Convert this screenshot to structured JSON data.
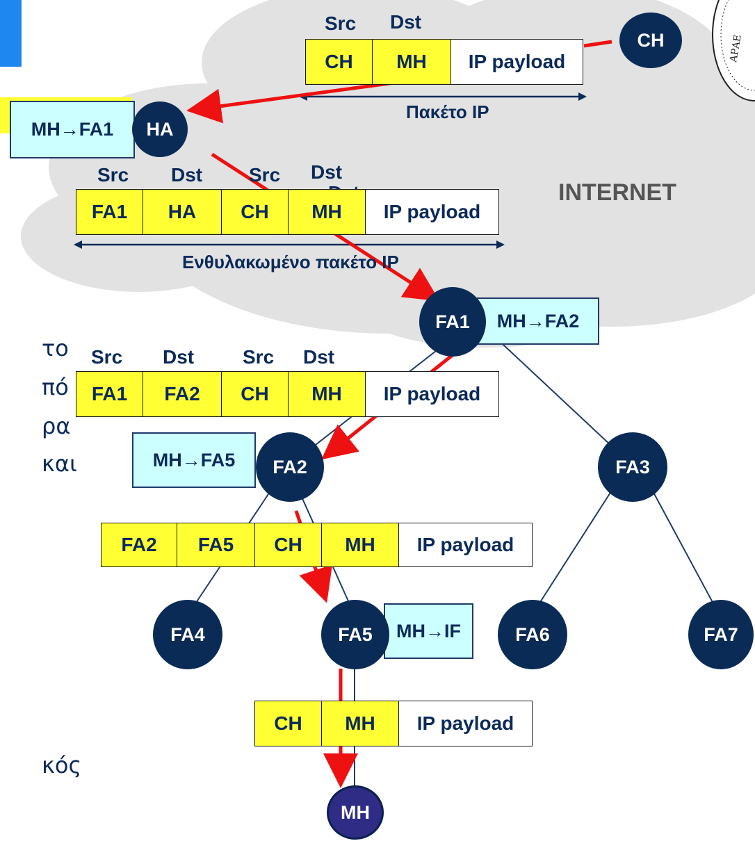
{
  "top_packet": {
    "headers": [
      "Src",
      "Dst"
    ],
    "cells": [
      "CH",
      "MH",
      "IP payload"
    ],
    "caption": "Πακέτο IP"
  },
  "encap_packet": {
    "headers": [
      "Src",
      "Dst",
      "Src",
      "Dst"
    ],
    "extra_header": "Dst",
    "cells": [
      "FA1",
      "HA",
      "CH",
      "MH",
      "IP payload"
    ],
    "caption": "Ενθυλακωμένο πακέτο IP"
  },
  "fa1_packet": {
    "headers": [
      "Src",
      "Dst",
      "Src",
      "Dst"
    ],
    "cells": [
      "FA1",
      "FA2",
      "CH",
      "MH",
      "IP payload"
    ]
  },
  "fa2_packet": {
    "cells": [
      "FA2",
      "FA5",
      "CH",
      "MH",
      "IP payload"
    ]
  },
  "final_packet": {
    "cells": [
      "CH",
      "MH",
      "IP payload"
    ]
  },
  "internet_label": "INTERNET",
  "nodes": {
    "ch": "CH",
    "ha": "HA",
    "fa1": "FA1",
    "fa2": "FA2",
    "fa3": "FA3",
    "fa4": "FA4",
    "fa5": "FA5",
    "fa6": "FA6",
    "fa7": "FA7",
    "mh": "MH"
  },
  "bindings": {
    "ha": "MH→FA1",
    "fa1": "MH→FA2",
    "fa2": "MH→FA5",
    "fa5": "MH→IF"
  },
  "side_text": [
    "το",
    "πό",
    "ρα",
    "και",
    "κός"
  ],
  "colors": {
    "node": "#0b2b57",
    "mh_node": "#2e2c85",
    "header_cell": "#ffff33",
    "binding_box": "#ccffff",
    "arrow": "#ee1111",
    "cloud": "#e2e2e2",
    "text": "#0b2a5a"
  }
}
